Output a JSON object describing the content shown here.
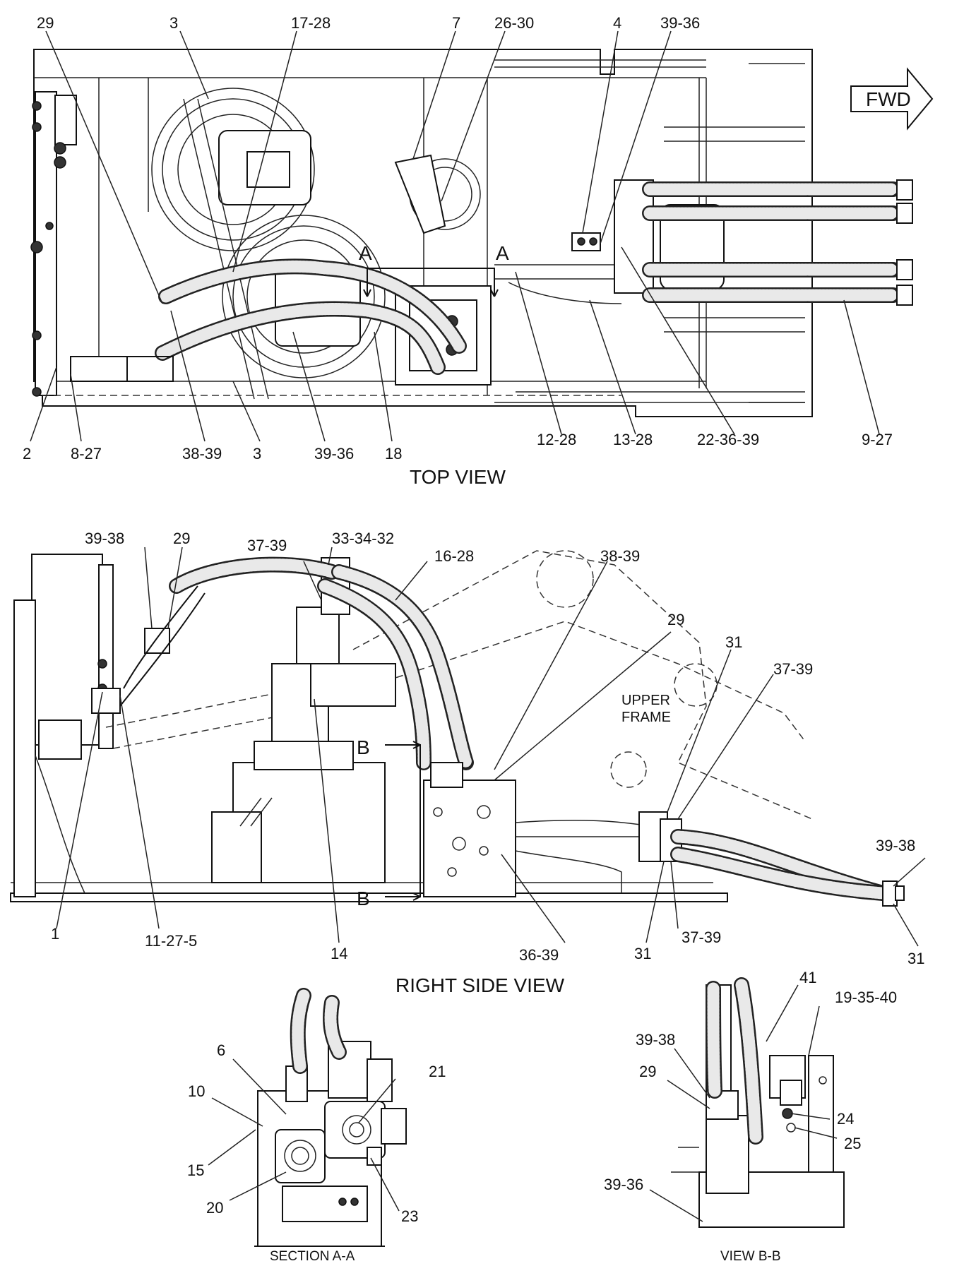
{
  "views": {
    "top": {
      "title": "TOP VIEW"
    },
    "right": {
      "title": "RIGHT SIDE VIEW",
      "frame_note_line1": "UPPER",
      "frame_note_line2": "FRAME"
    },
    "section_aa": {
      "title": "SECTION  A-A"
    },
    "view_bb": {
      "title": "VIEW  B-B"
    }
  },
  "fwd_label": "FWD",
  "section_markers": {
    "a_left": "A",
    "a_right": "A",
    "b_top": "B",
    "b_bottom": "B"
  },
  "callouts": {
    "top": [
      "29",
      "3",
      "17-28",
      "7",
      "26-30",
      "4",
      "39-36",
      "2",
      "8-27",
      "38-39",
      "3",
      "39-36",
      "18",
      "12-28",
      "13-28",
      "22-36-39",
      "9-27"
    ],
    "right": [
      "39-38",
      "29",
      "37-39",
      "33-34-32",
      "16-28",
      "38-39",
      "29",
      "31",
      "37-39",
      "1",
      "11-27-5",
      "14",
      "36-39",
      "31",
      "37-39",
      "39-38",
      "31"
    ],
    "section_aa": [
      "6",
      "21",
      "10",
      "15",
      "20",
      "23"
    ],
    "view_bb": [
      "41",
      "19-35-40",
      "39-38",
      "29",
      "24",
      "25",
      "39-36"
    ]
  }
}
